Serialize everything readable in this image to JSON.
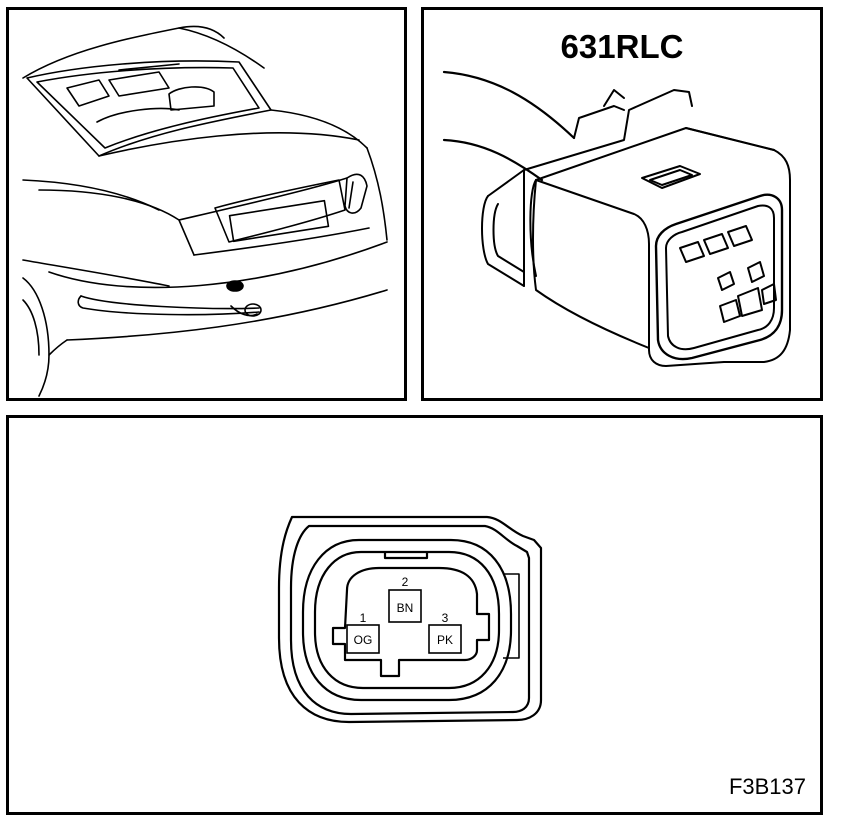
{
  "connector": {
    "code": "631RLC"
  },
  "figure": {
    "id": "F3B137"
  },
  "pins": [
    {
      "number": "1",
      "color": "OG"
    },
    {
      "number": "2",
      "color": "BN"
    },
    {
      "number": "3",
      "color": "PK"
    }
  ],
  "icons": {
    "car": "car-rear-view-illustration",
    "connector": "connector-housing-illustration",
    "pinout": "connector-face-pinout"
  }
}
